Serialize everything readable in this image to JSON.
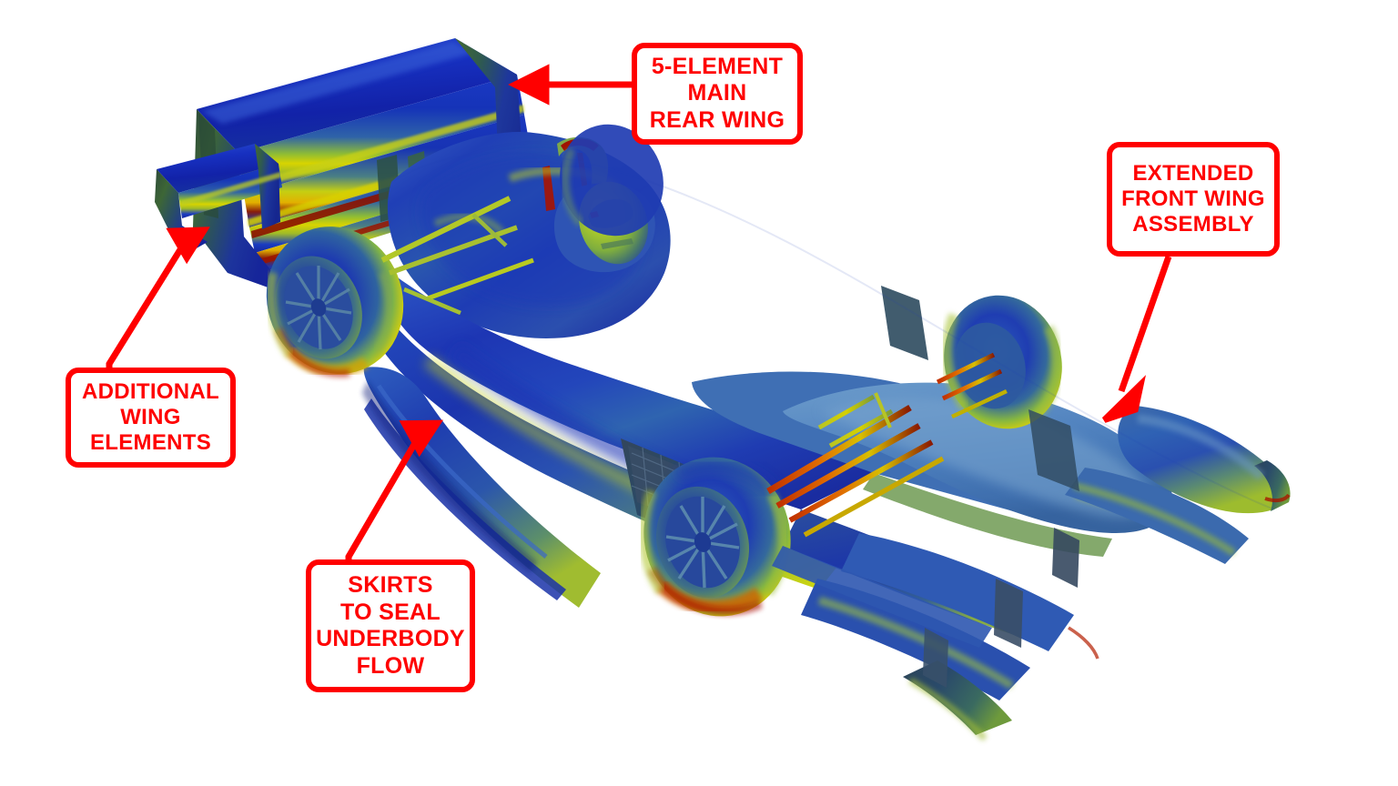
{
  "scene": {
    "title": "CFD pressure visualization of an open-wheel Formula race car",
    "background_color": "#ffffff",
    "annotation_color": "#ff0000",
    "view": "three-quarter rear-left elevated perspective"
  },
  "colormap": {
    "name": "jet-pressure",
    "low": "#0000b4",
    "low_mid": "#1840c8",
    "mid": "#3f83c8",
    "mid_high": "#6fb04a",
    "high": "#c8d820",
    "peak": "#f0a000",
    "max": "#b40000"
  },
  "callouts": [
    {
      "id": "rear-wing",
      "lines": [
        "5-ELEMENT",
        "MAIN",
        "REAR WING"
      ],
      "arrow": "left-horizontal",
      "target": "rear wing upper element"
    },
    {
      "id": "front-wing",
      "lines": [
        "EXTENDED",
        "FRONT WING",
        "ASSEMBLY"
      ],
      "arrow": "down-left-diagonal",
      "target": "front wing endplate"
    },
    {
      "id": "additional-wing",
      "lines": [
        "ADDITIONAL",
        "WING",
        "ELEMENTS"
      ],
      "arrow": "up-slight-right",
      "target": "lower auxiliary rear wing element"
    },
    {
      "id": "skirts",
      "lines": [
        "SKIRTS",
        "TO SEAL",
        "UNDERBODY",
        "FLOW"
      ],
      "arrow": "up-slight-right",
      "target": "sidepod skirt / floor edge"
    }
  ],
  "car_parts": [
    "rear wing main plane",
    "rear wing endplates",
    "auxiliary lower rear wing",
    "engine cover",
    "roll hoop",
    "driver helmet",
    "cockpit surround",
    "sidepod",
    "floor skirt",
    "rear wheel",
    "front wheel",
    "suspension wishbones",
    "nose cone",
    "front wing multi-element",
    "front wing endplate",
    "barge board"
  ]
}
